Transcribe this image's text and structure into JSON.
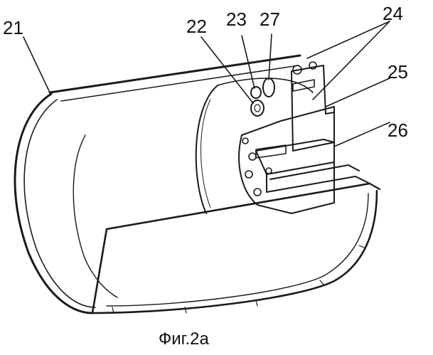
{
  "figure": {
    "caption": "Фиг.2а",
    "labels": {
      "n21": "21",
      "n22": "22",
      "n23": "23",
      "n27": "27",
      "n24": "24",
      "n25": "25",
      "n26": "26"
    }
  }
}
